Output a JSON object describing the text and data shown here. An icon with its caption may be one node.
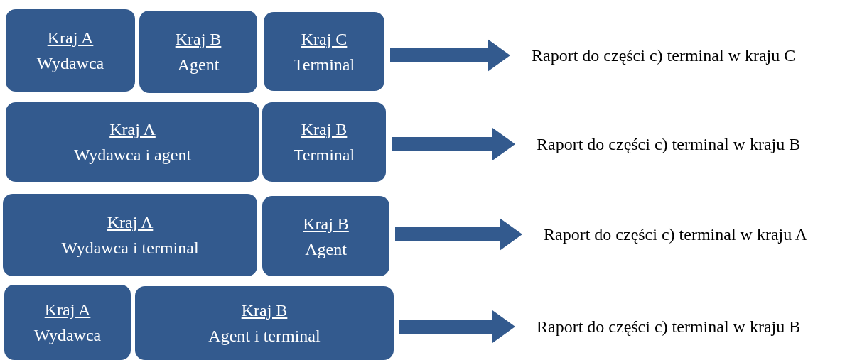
{
  "diagram": {
    "nodes": [
      {
        "text": [
          "Kraj A",
          "Wydawca"
        ]
      },
      {
        "text": [
          "Kraj B",
          "Agent"
        ]
      },
      {
        "text": [
          "Kraj C",
          "Terminal"
        ]
      },
      {
        "text": [
          "Raport do części c) terminal w kraju C"
        ]
      },
      {
        "text": [
          "Kraj A",
          "Wydawca i agent"
        ]
      },
      {
        "text": [
          "Kraj B",
          "Terminal"
        ]
      },
      {
        "text": [
          "Raport do części c) terminal w kraju B"
        ]
      },
      {
        "text": [
          "Kraj A",
          "Wydawca i terminal"
        ]
      },
      {
        "text": [
          "Kraj B",
          "Agent"
        ]
      },
      {
        "text": [
          "Raport do części c) terminal w kraju A"
        ]
      },
      {
        "text": [
          "Kraj A",
          "Wydawca"
        ]
      },
      {
        "text": [
          "Kraj B",
          "Agent i terminal"
        ]
      },
      {
        "text": [
          "Raport do części c) terminal w kraju B"
        ]
      }
    ],
    "edges": [
      {
        "from": 2,
        "to": 3,
        "arrow": "to"
      },
      {
        "from": 5,
        "to": 6,
        "arrow": "to"
      },
      {
        "from": 8,
        "to": 9,
        "arrow": "to"
      },
      {
        "from": 11,
        "to": 12,
        "arrow": "to"
      }
    ]
  }
}
